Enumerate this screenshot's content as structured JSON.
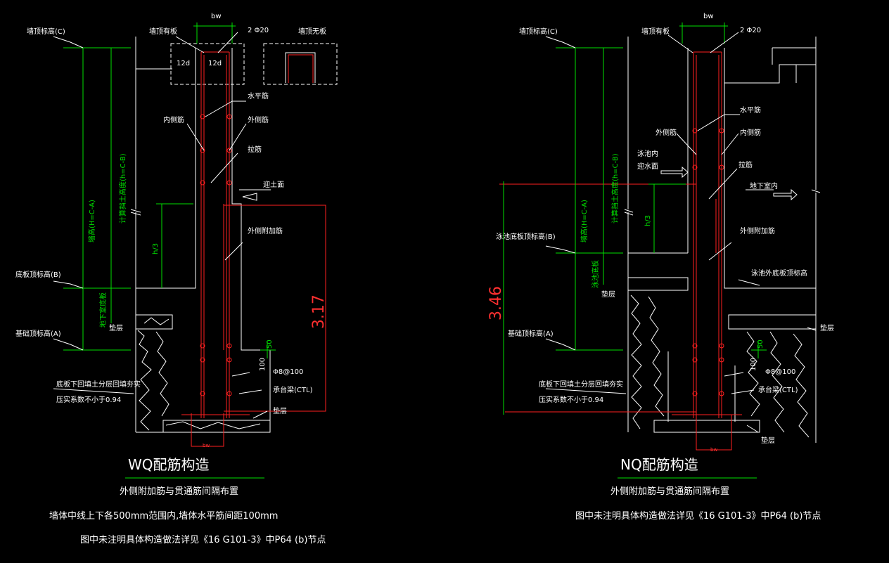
{
  "left": {
    "title": "WQ配筋构造",
    "notes": [
      "外侧附加筋与贯通筋间隔布置",
      "墙体中线上下各500mm范围内,墙体水平筋间距100mm",
      "图中未注明具体构造做法详见《16 G101-3》中P64 (b)节点"
    ],
    "labels": {
      "bw": "bw",
      "rebar_top": "2 Φ20",
      "wall_finish": "墙顶有板",
      "wall_no_slab": "墙顶无板",
      "d1": "12d",
      "d2": "12d",
      "elev_c": "墙顶标高(C)",
      "elev_b": "底板顶标高(B)",
      "elev_a": "基础顶标高(A)",
      "horiz_bar": "水平筋",
      "inner_bar": "内侧筋",
      "outer_bar": "外侧筋",
      "tie_bar": "拉筋",
      "backfill": "迎土面",
      "extra_bar": "外侧附加筋",
      "calc_h": "计算挡土高度(h=C-B)",
      "wall_h": "墙高(H=C-A)",
      "h3": "h/3",
      "slab_label": "地下室底板",
      "cushion": "垫层",
      "dim_317": "3.17",
      "dim_50": "50",
      "dim_100": "100",
      "stirrup": "Φ8@100",
      "ctl": "承台梁(CTL)",
      "backfill_note1": "底板下回填土分层回填夯实",
      "backfill_note2": "压实系数不小于0.94",
      "bottom_cushion": "垫层",
      "bottom_dim": "bw"
    }
  },
  "right": {
    "title": "NQ配筋构造",
    "notes": [
      "外侧附加筋与贯通筋间隔布置",
      "图中未注明具体构造做法详见《16 G101-3》中P64 (b)节点"
    ],
    "labels": {
      "bw": "bw",
      "rebar_top": "2 Φ20",
      "wall_finish": "墙顶有板",
      "elev_c": "墙顶标高(C)",
      "elev_b": "泳池底板顶标高(B)",
      "elev_a": "基础顶标高(A)",
      "horiz_bar": "水平筋",
      "inner_bar": "内侧筋",
      "outer_bar": "外侧筋",
      "tie_bar": "拉筋",
      "pool_water1": "泳池内",
      "pool_water2": "迎水面",
      "basement": "地下室内",
      "extra_bar": "外侧附加筋",
      "calc_h": "计算挡土高度(h=C-B)",
      "wall_h": "墙高(H=C-A)",
      "h3": "h/3",
      "pool_slab": "泳池底板",
      "cushion": "垫层",
      "outer_slab": "泳池外底板顶标高",
      "dim_346": "3.46",
      "dim_50": "50",
      "dim_100": "100",
      "stirrup": "Φ8@100",
      "ctl": "承台梁(CTL)",
      "backfill_note1": "底板下回填土分层回填夯实",
      "backfill_note2": "压实系数不小于0.94",
      "cushion2": "垫层",
      "bottom_cushion": "垫层",
      "bottom_dim": "bw"
    }
  },
  "colors": {
    "line": "#ffffff",
    "dim": "#00e000",
    "rebar": "#ff2020",
    "background": "#000000"
  }
}
